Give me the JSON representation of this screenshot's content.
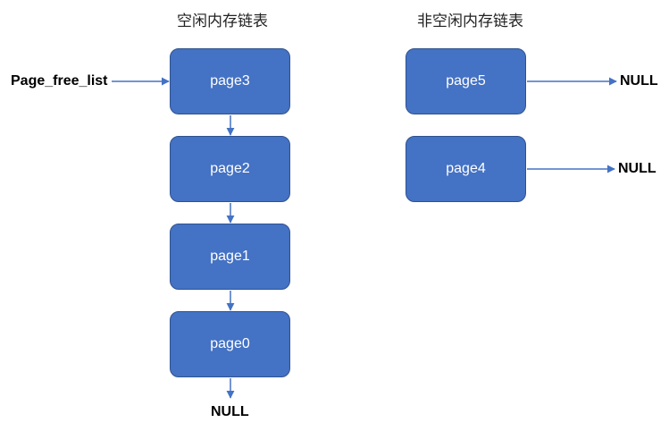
{
  "titles": {
    "free_list": "空闲内存链表",
    "nonfree_list": "非空闲内存链表"
  },
  "free_list": {
    "head_label": "Page_free_list",
    "nodes": [
      "page3",
      "page2",
      "page1",
      "page0"
    ],
    "tail_label": "NULL"
  },
  "nonfree_list": {
    "nodes": [
      "page5",
      "page4"
    ],
    "null_labels": [
      "NULL",
      "NULL"
    ]
  },
  "colors": {
    "node_fill": "#4472c4",
    "node_border": "#2f528f",
    "arrow": "#4472c4"
  }
}
